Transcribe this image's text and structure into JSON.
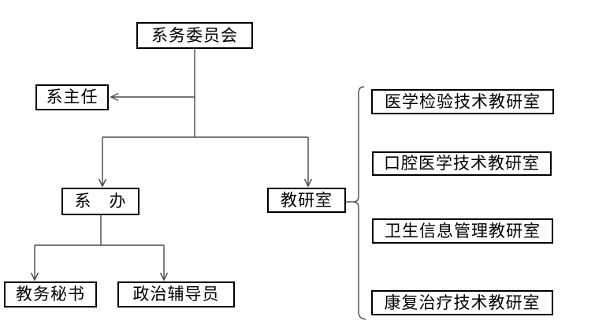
{
  "nodes": {
    "committee": {
      "label": "系务委员会"
    },
    "director": {
      "label": "系主任"
    },
    "office": {
      "label": "系　办"
    },
    "teaching_office": {
      "label": "教研室"
    },
    "secretary": {
      "label": "教务秘书"
    },
    "counselor": {
      "label": "政治辅导员"
    },
    "branch1": {
      "label": "医学检验技术教研室"
    },
    "branch2": {
      "label": "口腔医学技术教研室"
    },
    "branch3": {
      "label": "卫生信息管理教研室"
    },
    "branch4": {
      "label": "康复治疗技术教研室"
    }
  },
  "edges": [
    {
      "from": "committee",
      "to": "director",
      "style": "arrow"
    },
    {
      "from": "committee",
      "to": "office",
      "style": "arrow"
    },
    {
      "from": "committee",
      "to": "teaching_office",
      "style": "arrow"
    },
    {
      "from": "office",
      "to": "secretary",
      "style": "arrow"
    },
    {
      "from": "office",
      "to": "counselor",
      "style": "arrow"
    },
    {
      "from": "teaching_office",
      "to": "branch1",
      "style": "brace"
    },
    {
      "from": "teaching_office",
      "to": "branch2",
      "style": "brace"
    },
    {
      "from": "teaching_office",
      "to": "branch3",
      "style": "brace"
    },
    {
      "from": "teaching_office",
      "to": "branch4",
      "style": "brace"
    }
  ],
  "colors": {
    "line": "#4a4a4a",
    "border": "#000000",
    "background": "#ffffff",
    "text": "#000000"
  }
}
